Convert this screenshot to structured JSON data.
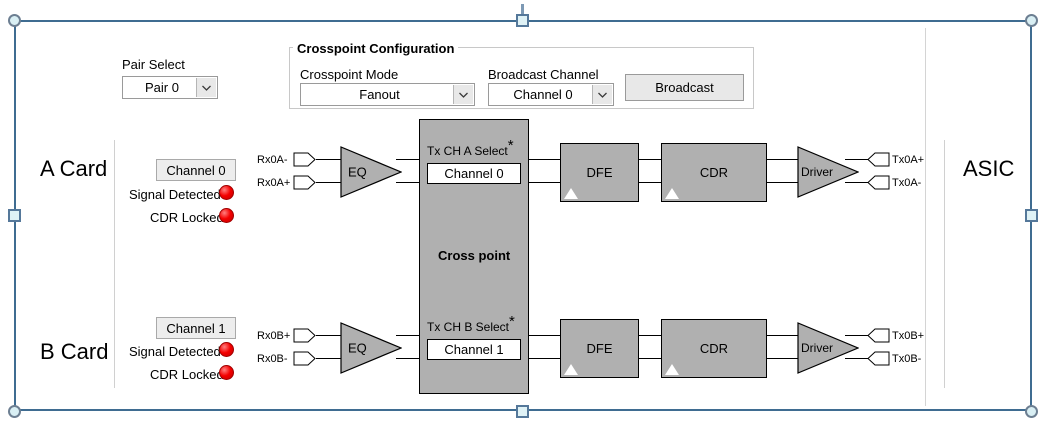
{
  "pair_select": {
    "label": "Pair Select",
    "value": "Pair 0"
  },
  "crosspoint_config": {
    "title": "Crosspoint Configuration",
    "mode_label": "Crosspoint Mode",
    "mode_value": "Fanout",
    "broadcast_channel_label": "Broadcast Channel",
    "broadcast_channel_value": "Channel 0",
    "broadcast_button": "Broadcast"
  },
  "cards": [
    {
      "name": "A Card",
      "channel_button": "Channel 0",
      "signal_detected_label": "Signal Detected",
      "cdr_locked_label": "CDR Locked",
      "rx_top": "Rx0A-",
      "rx_bottom": "Rx0A+",
      "eq": "EQ",
      "dfe": "DFE",
      "cdr": "CDR",
      "driver": "Driver",
      "tx_top": "Tx0A+",
      "tx_bottom": "Tx0A-"
    },
    {
      "name": "B Card",
      "channel_button": "Channel 1",
      "signal_detected_label": "Signal Detected",
      "cdr_locked_label": "CDR Locked",
      "rx_top": "Rx0B+",
      "rx_bottom": "Rx0B-",
      "eq": "EQ",
      "dfe": "DFE",
      "cdr": "CDR",
      "driver": "Driver",
      "tx_top": "Tx0B+",
      "tx_bottom": "Tx0B-"
    }
  ],
  "crosspoint_block": {
    "center_label": "Cross point",
    "ch_a_select_label": "Tx CH A Select",
    "ch_a_select_value": "Channel 0",
    "ch_b_select_label": "Tx CH B Select",
    "ch_b_select_value": "Channel 1",
    "required_marker": "*"
  },
  "asic_label": "ASIC",
  "colors": {
    "block_fill": "#b0b0b0",
    "led_red": "#f40000",
    "selection": "#3f6c91"
  }
}
